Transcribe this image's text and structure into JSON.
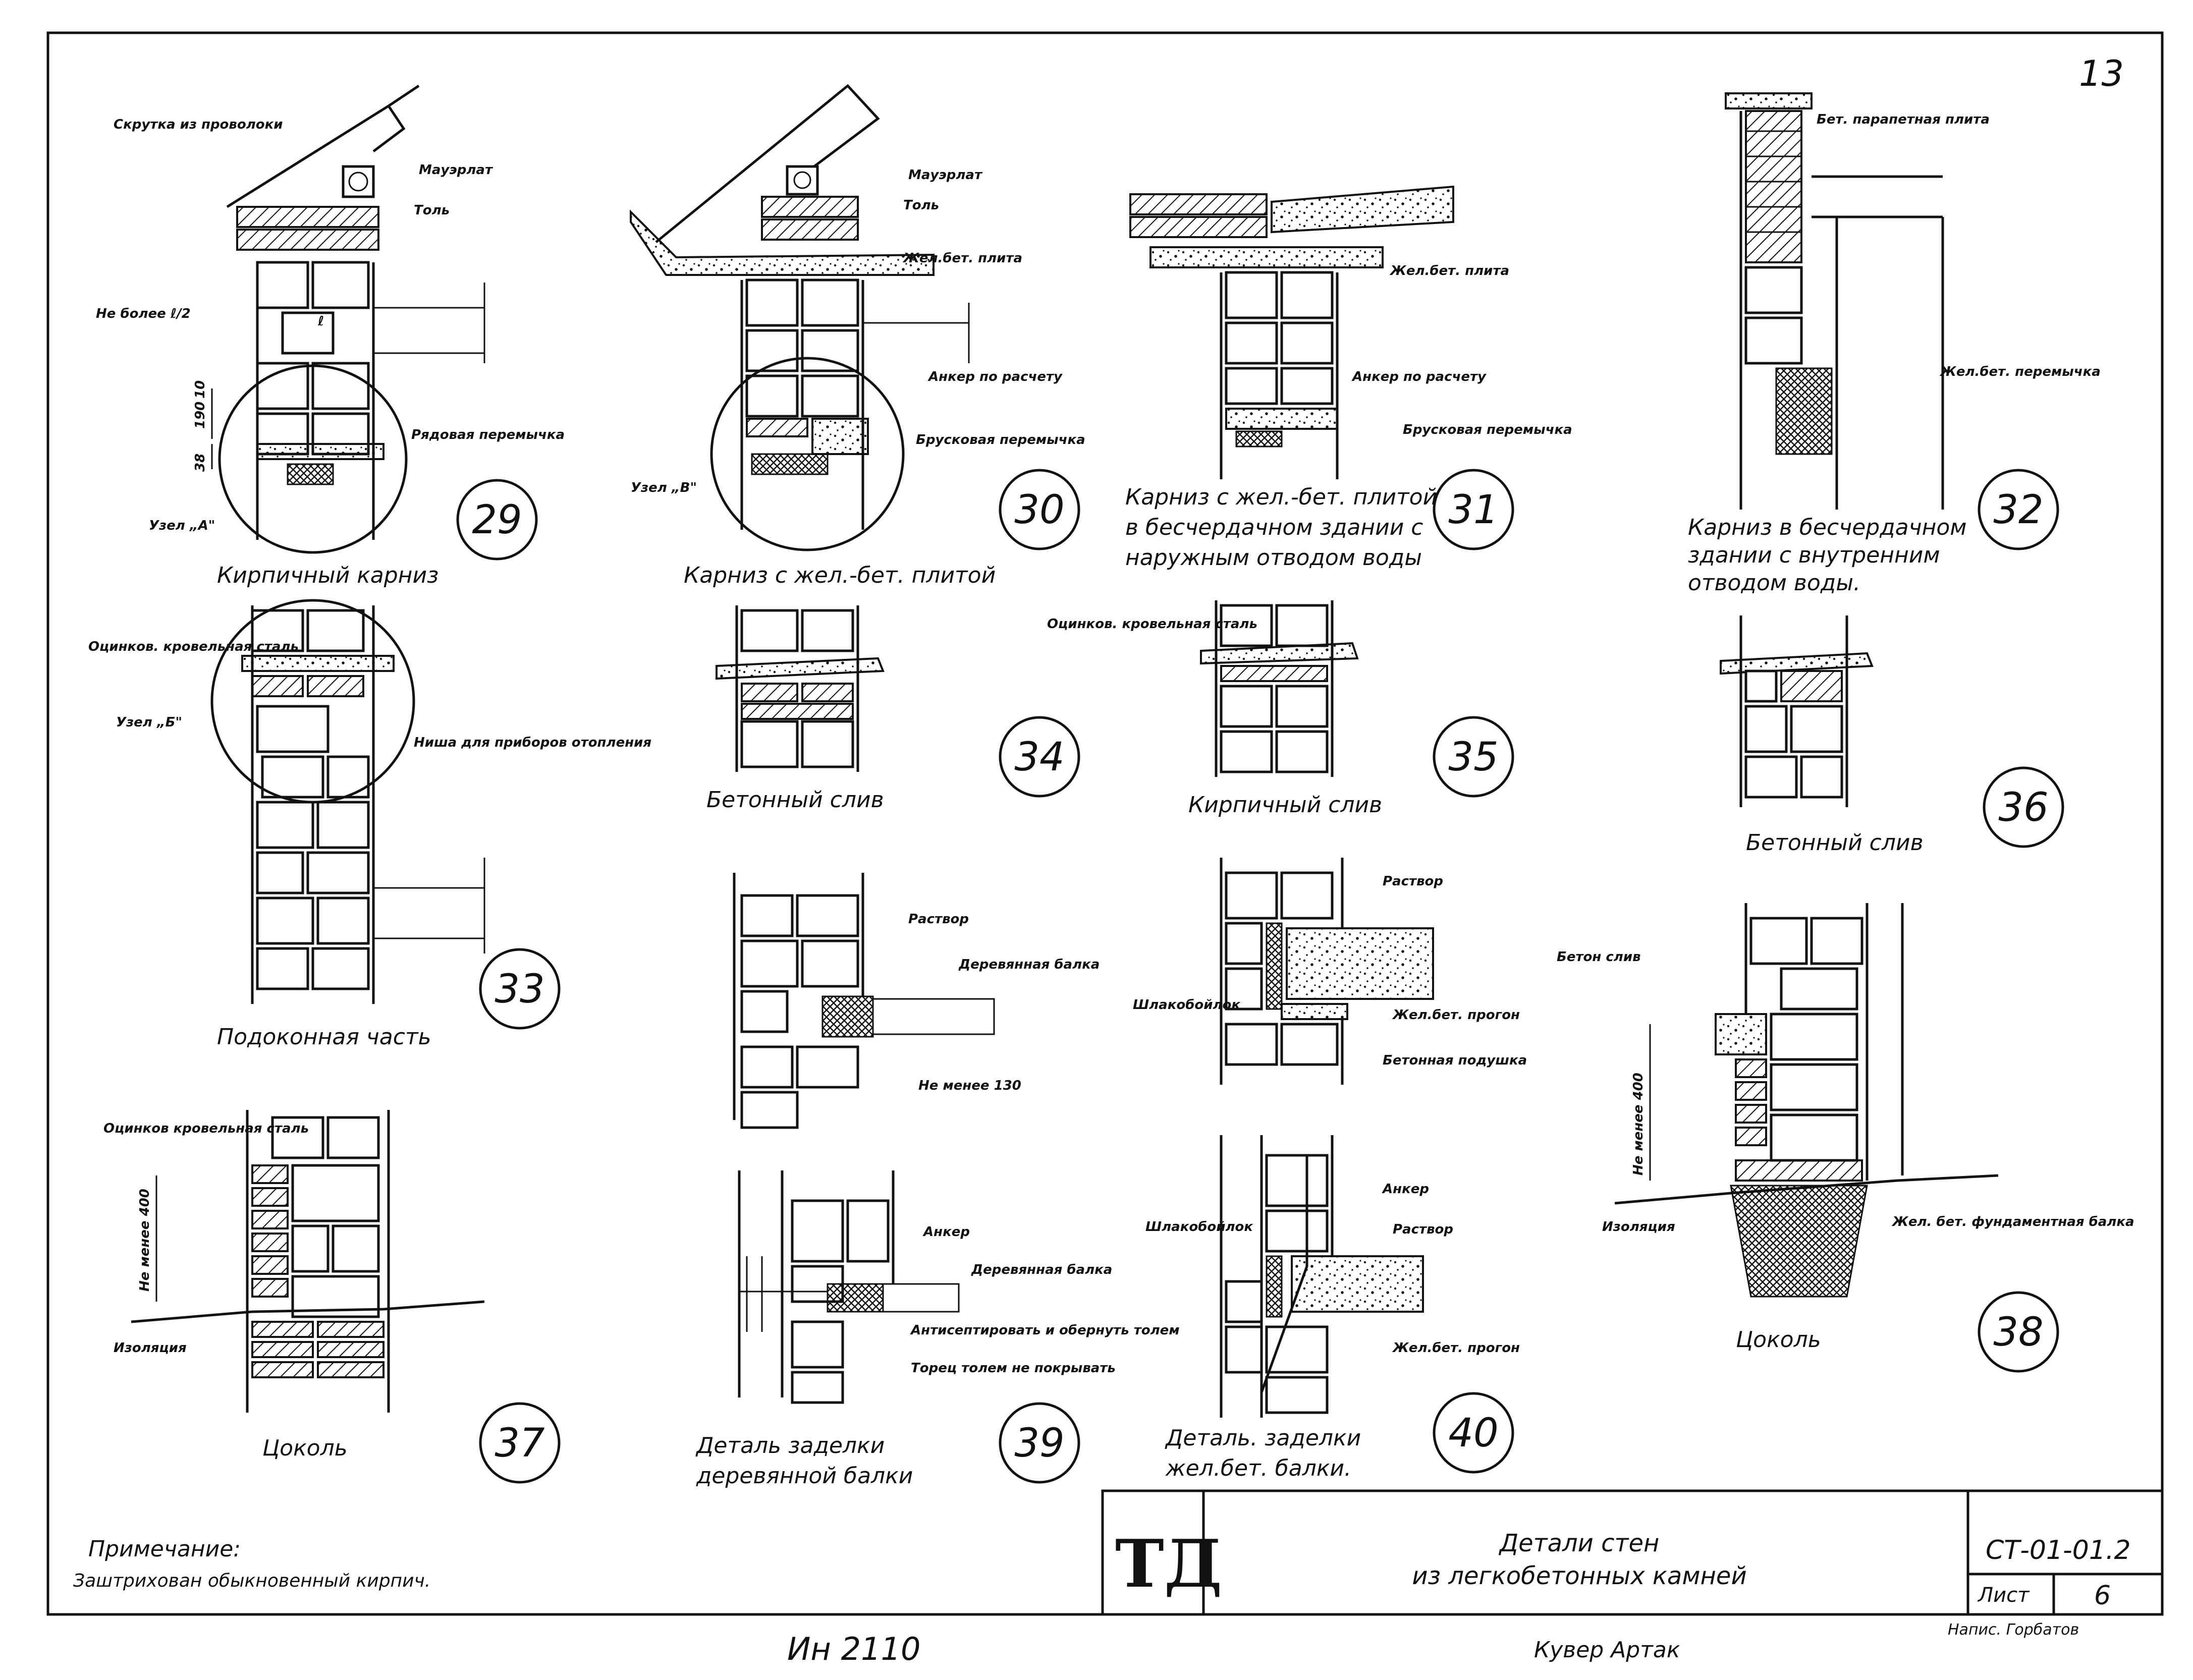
{
  "sheet": {
    "page_number": "13",
    "note_title": "Примечание:",
    "note_text": "Заштрихован обыкновенный кирпич.",
    "handwritten_inventory": "Ин 2110",
    "handwritten_signatures": "Кувер Артак"
  },
  "title_block": {
    "logo": "ТД",
    "title_line1": "Детали стен",
    "title_line2": "из легкобетонных камней",
    "code": "СТ-01-01.2",
    "sheet_label": "Лист",
    "sheet_no": "6",
    "checker": "Напис. Горбатов"
  },
  "details": [
    {
      "num": "29",
      "caption": "Кирпичный карниз",
      "labels": [
        "Скрутка из проволоки",
        "Мауэрлат",
        "Толь",
        "Не более ℓ/2",
        "ℓ",
        "Рядовая перемычка",
        "Узел „А\"",
        "10",
        "190",
        "38"
      ]
    },
    {
      "num": "30",
      "caption": "Карниз с жел.-бет. плитой",
      "labels": [
        "Мауэрлат",
        "Толь",
        "Жел.бет. плита",
        "Анкер по расчету",
        "Брусковая перемычка",
        "Узел „В\""
      ]
    },
    {
      "num": "31",
      "caption_lines": [
        "Карниз с жел.-бет. плитой",
        "в бесчердачном здании с",
        "наружным отводом воды"
      ],
      "labels": [
        "Жел.бет. плита",
        "Анкер по расчету",
        "Брусковая перемычка"
      ]
    },
    {
      "num": "32",
      "caption_lines": [
        "Карниз в бесчердачном",
        "здании с внутренним",
        "отводом воды."
      ],
      "labels": [
        "Бет. парапетная плита",
        "Жел.бет. перемычка"
      ]
    },
    {
      "num": "33",
      "caption": "Подоконная часть",
      "labels": [
        "Оцинков. кровельная сталь",
        "Узел „Б\"",
        "Ниша для приборов отопления"
      ]
    },
    {
      "num": "34",
      "caption": "Бетонный слив",
      "labels": []
    },
    {
      "num": "35",
      "caption": "Кирпичный слив",
      "labels": [
        "Оцинков. кровельная сталь"
      ]
    },
    {
      "num": "36",
      "caption": "Бетонный слив",
      "labels": []
    },
    {
      "num": "37",
      "caption": "Цоколь",
      "labels": [
        "Оцинков кровельная сталь",
        "Не менее 400",
        "Изоляция"
      ]
    },
    {
      "num": "38",
      "caption": "Цоколь",
      "labels": [
        "Бетон слив",
        "Не менее 400",
        "Изоляция",
        "Жел. бет. фундаментная балка"
      ]
    },
    {
      "num": "39",
      "caption_lines": [
        "Деталь заделки",
        "деревянной балки"
      ],
      "labels": [
        "Раствор",
        "Деревянная балка",
        "Не менее 130",
        "Анкер",
        "Деревянная балка",
        "Антисептировать и обернуть толем",
        "Торец толем не покрывать"
      ]
    },
    {
      "num": "40",
      "caption_lines": [
        "Деталь. заделки",
        "жел.бет. балки."
      ],
      "labels": [
        "Раствор",
        "Шлакобойлок",
        "Жел.бет. прогон",
        "Бетонная подушка",
        "Анкер",
        "Раствор",
        "Шлакобойлок",
        "Жел.бет. прогон"
      ]
    }
  ],
  "detail_ids": [
    "29",
    "30",
    "31",
    "32",
    "33",
    "34",
    "35",
    "36",
    "37",
    "38",
    "39",
    "40"
  ]
}
